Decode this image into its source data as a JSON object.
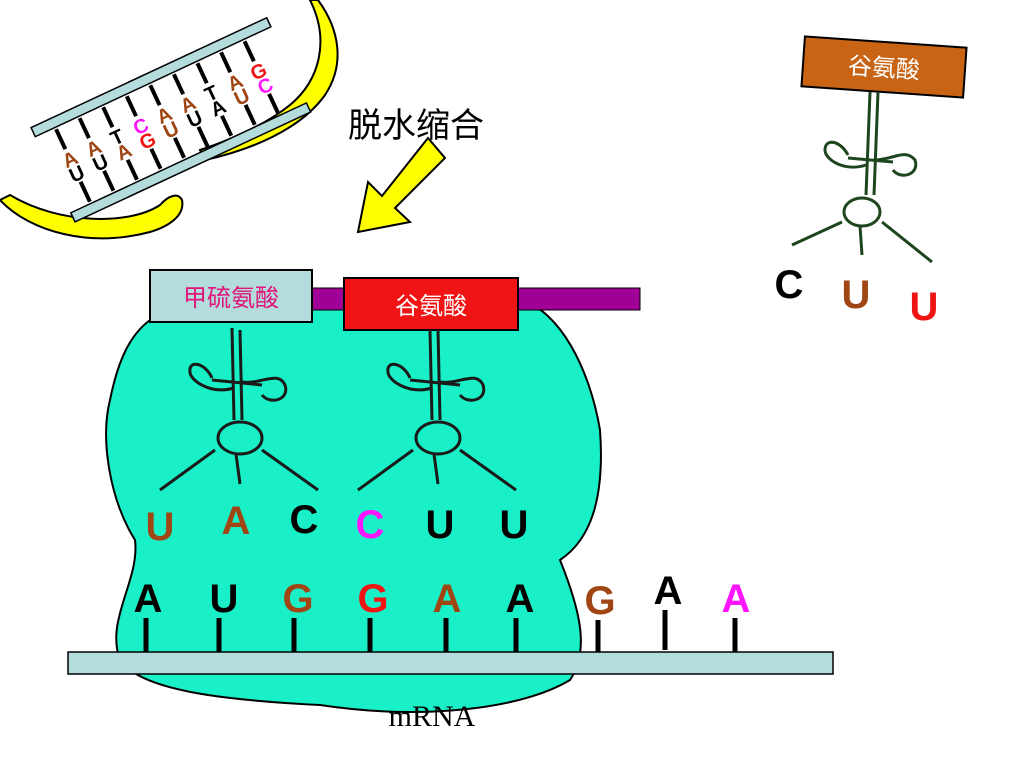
{
  "title_label": "脱水缩合",
  "mrna_label": "mRNA",
  "amino_acids": {
    "first": "甲硫氨酸",
    "second": "谷氨酸",
    "incoming": "谷氨酸"
  },
  "trna_anticodons": {
    "first": [
      "U",
      "A",
      "C"
    ],
    "second": [
      "C",
      "U",
      "U"
    ],
    "incoming": [
      "C",
      "U",
      "U"
    ]
  },
  "mrna_codons": [
    "A",
    "U",
    "G",
    "G",
    "A",
    "A",
    "G",
    "A",
    "A"
  ],
  "dna_strand_top": [
    "A",
    "A",
    "T",
    "C",
    "A",
    "A",
    "T",
    "A",
    "G"
  ],
  "dna_strand_bottom": [
    "U",
    "U",
    "A",
    "G",
    "U",
    "U",
    "A",
    "U",
    "C"
  ],
  "colors": {
    "ribosome": "#19f0c8",
    "mrna_bar": "#b4dcdc",
    "peptide_chain": "#a00096",
    "met_box": "#b4dcdc",
    "glu_box": "#f01414",
    "incoming_box": "#c86414",
    "arrow_yellow": "#ffff00",
    "base_brown": "#a04614",
    "base_red": "#f01414",
    "base_magenta": "#ff14ff",
    "base_black": "#000000"
  }
}
